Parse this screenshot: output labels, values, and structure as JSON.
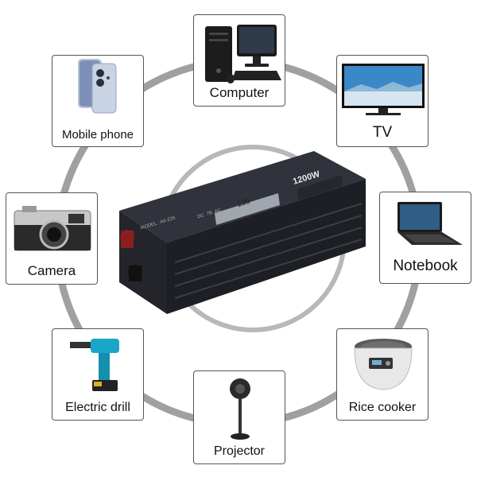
{
  "devices": {
    "computer": {
      "label": "Computer",
      "icon": "desktop-computer-icon"
    },
    "mobile_phone": {
      "label": "Mobile phone",
      "icon": "smartphone-icon"
    },
    "tv": {
      "label": "TV",
      "icon": "television-icon"
    },
    "camera": {
      "label": "Camera",
      "icon": "camera-icon"
    },
    "notebook": {
      "label": "Notebook",
      "icon": "laptop-icon"
    },
    "electric_drill": {
      "label": "Electric drill",
      "icon": "drill-icon"
    },
    "rice_cooker": {
      "label": "Rice cooker",
      "icon": "rice-cooker-icon"
    },
    "projector": {
      "label": "Projector",
      "icon": "fan-projector-icon"
    }
  },
  "inverter": {
    "rating": "1200W",
    "display_value": "130",
    "model": "MODEL : A6-Z26",
    "ports": "DC  7B  AC"
  },
  "colors": {
    "ring": "#9a9a9a",
    "inverter": "#2a2c33",
    "terminal_red": "#8b1e1e",
    "terminal_black": "#111111"
  }
}
